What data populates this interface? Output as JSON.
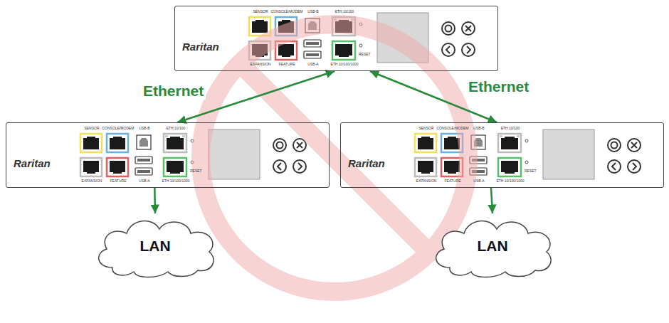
{
  "diagram": {
    "nodes": [
      {
        "text": [
          "Raritan",
          "SENSOR",
          "CONSOLE/MODEM",
          "USB-B",
          "ETH 10/100",
          "EXPANSION",
          "FEATURE",
          "USB-A",
          "ETH 10/100/1000",
          "RESET"
        ]
      },
      {
        "text": [
          "Raritan",
          "SENSOR",
          "CONSOLE/MODEM",
          "USB-B",
          "ETH 10/100",
          "EXPANSION",
          "FEATURE",
          "USB-A",
          "ETH 10/100/1000",
          "RESET"
        ]
      },
      {
        "text": [
          "Raritan",
          "SENSOR",
          "CONSOLE/MODEM",
          "USB-B",
          "ETH 10/100",
          "EXPANSION",
          "FEATURE",
          "USB-A",
          "ETH 10/100/1000",
          "RESET"
        ]
      },
      {
        "text": [
          "LAN"
        ]
      },
      {
        "text": [
          "LAN"
        ]
      }
    ],
    "edges": [
      {
        "from": 0,
        "to": 1,
        "label": "Ethernet",
        "arrow": "both"
      },
      {
        "from": 0,
        "to": 2,
        "label": "Ethernet",
        "arrow": "both"
      },
      {
        "from": 1,
        "to": 3,
        "arrow": "to"
      },
      {
        "from": 2,
        "to": 4,
        "arrow": "to"
      }
    ]
  }
}
